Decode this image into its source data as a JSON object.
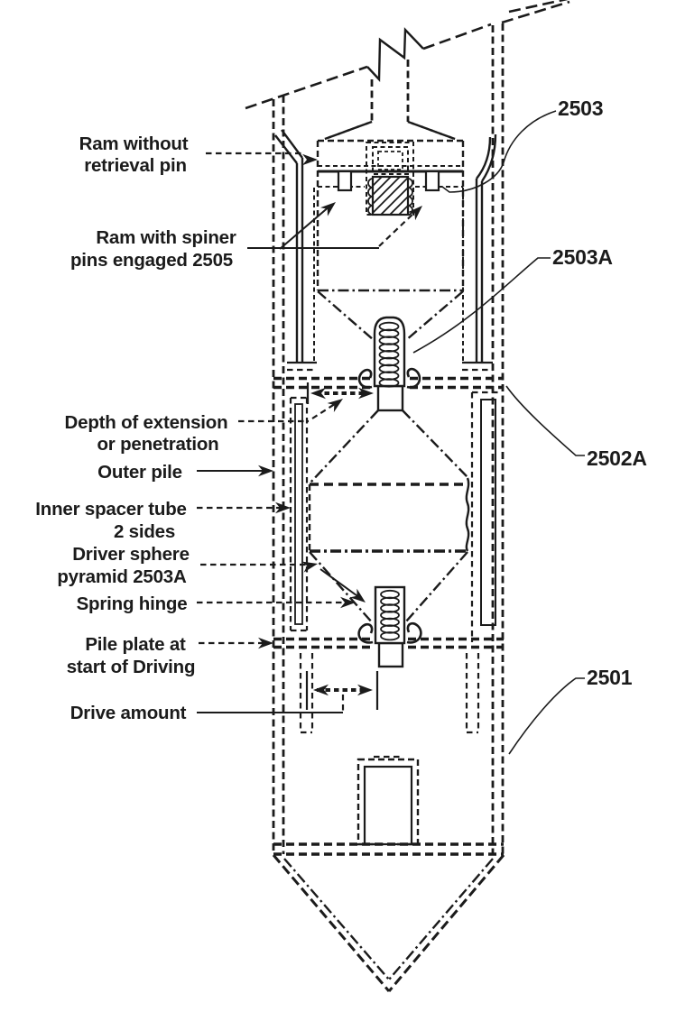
{
  "figure": {
    "background": "#ffffff",
    "ink": "#1b1b1b",
    "labels": {
      "ram_without": {
        "line1": "Ram without",
        "line2": "retrieval pin"
      },
      "ram_with": {
        "line1": "Ram with spiner",
        "line2": "pins engaged 2505"
      },
      "depth": {
        "line1": "Depth of extension",
        "line2": "or penetration"
      },
      "outer_pile": {
        "line1": "Outer pile"
      },
      "inner_spacer": {
        "line1": "Inner spacer tube",
        "line2": "2 sides"
      },
      "driver_sphere": {
        "line1": "Driver sphere",
        "line2": "pyramid 2503A"
      },
      "spring_hinge": {
        "line1": "Spring hinge"
      },
      "pile_plate": {
        "line1": "Pile plate at",
        "line2": "start of Driving"
      },
      "drive_amount": {
        "line1": "Drive amount"
      }
    },
    "references": {
      "r2503": "2503",
      "r2503A": "2503A",
      "r2502A": "2502A",
      "r2501": "2501"
    }
  }
}
